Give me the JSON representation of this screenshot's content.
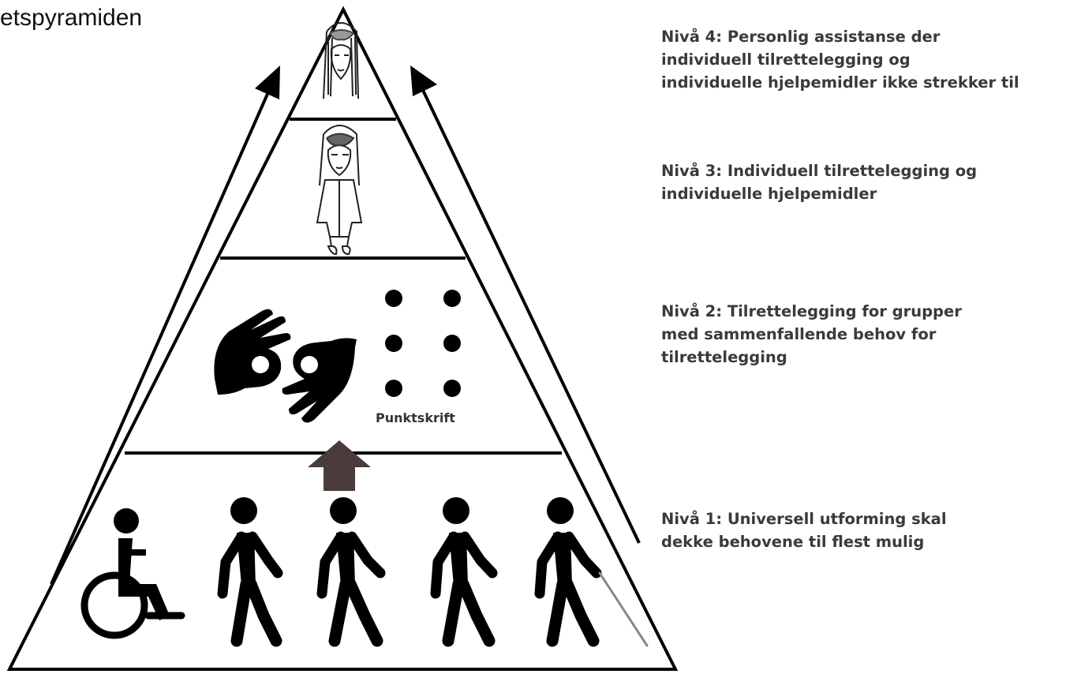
{
  "title": "etspyramiden",
  "levels": [
    {
      "id": "4",
      "lines": [
        "Nivå 4: Personlig assistanse der",
        "individuell tilrettelegging og",
        "individuelle hjelpemidler ikke strekker til"
      ]
    },
    {
      "id": "3",
      "lines": [
        "Nivå 3: Individuell tilrettelegging og",
        "individuelle hjelpemidler"
      ]
    },
    {
      "id": "2",
      "lines": [
        "Nivå 2: Tilrettelegging for grupper",
        "med sammenfallende behov for",
        "tilrettelegging"
      ]
    },
    {
      "id": "1",
      "lines": [
        "Nivå 1: Universell utforming skal",
        "dekke behovene til flest mulig"
      ]
    }
  ],
  "braille_label": "Punktskrift",
  "icons": [
    "person-portrait-icon",
    "person-standing-icon",
    "sign-language-hands-icon",
    "braille-dots-icon",
    "up-arrow-icon",
    "wheelchair-user-icon",
    "walking-person-icon",
    "blind-person-with-cane-icon"
  ],
  "colors": {
    "line": "#000000",
    "text": "#3a3a3a",
    "arrow_fill": "#4a3c3a",
    "background": "#ffffff"
  }
}
